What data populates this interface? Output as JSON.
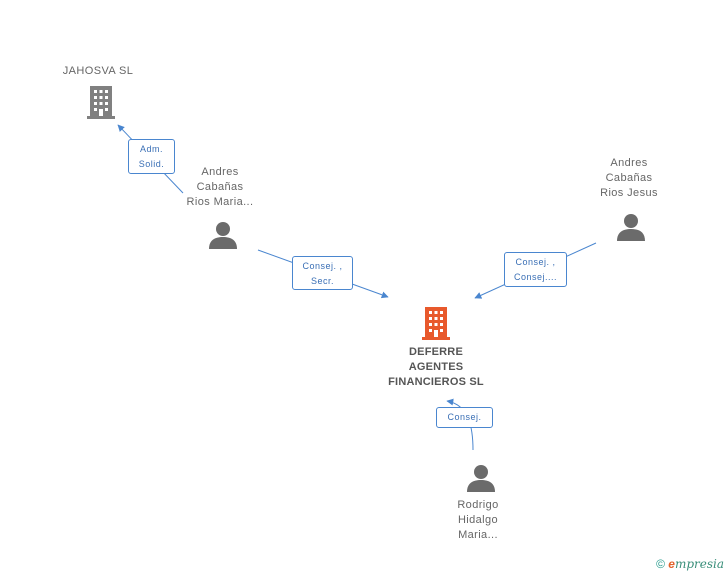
{
  "colors": {
    "edge": "#4a86cf",
    "company_icon": "#808080",
    "main_company_icon": "#e8592c",
    "person_icon": "#6b6b6b"
  },
  "nodes": {
    "jahosva": {
      "name_lines": [
        "JAHOSVA SL"
      ],
      "icon": "building-icon"
    },
    "main": {
      "name_lines": [
        "DEFERRE",
        "AGENTES",
        "FINANCIEROS SL"
      ],
      "icon": "building-icon"
    },
    "andres_maria": {
      "name_lines": [
        "Andres",
        "Cabañas",
        "Rios Maria..."
      ],
      "icon": "person-icon"
    },
    "andres_jesus": {
      "name_lines": [
        "Andres",
        "Cabañas",
        "Rios Jesus"
      ],
      "icon": "person-icon"
    },
    "rodrigo": {
      "name_lines": [
        "Rodrigo",
        "Hidalgo",
        "Maria..."
      ],
      "icon": "person-icon"
    }
  },
  "edges": {
    "e1": {
      "label_lines": [
        "Adm.",
        "Solid."
      ]
    },
    "e2": {
      "label_lines": [
        "Consej. ,",
        "Secr."
      ]
    },
    "e3": {
      "label_lines": [
        "Consej. ,",
        "Consej...."
      ]
    },
    "e4": {
      "label_lines": [
        "Consej."
      ]
    }
  },
  "footer": {
    "copyright_symbol": "©",
    "brand_first": "e",
    "brand_rest": "mpresia"
  }
}
